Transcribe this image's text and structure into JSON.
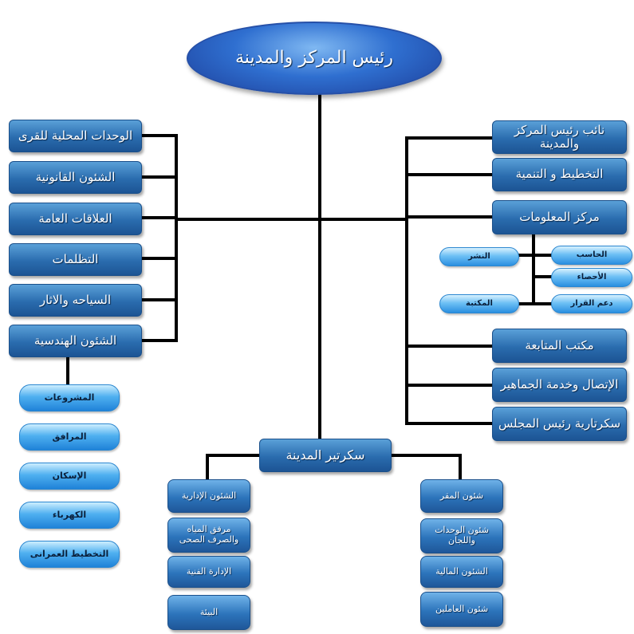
{
  "head": {
    "label": "رئيس المركز والمدينة"
  },
  "left_departments": [
    "الوحدات المحلية للقرى",
    "الشئون القانونية",
    "العلاقات العامة",
    "التظلمات",
    "السياحه والاثار",
    "الشئون الهندسية"
  ],
  "engineering_units": [
    "المشروعات",
    "المرافق",
    "الإسكان",
    "الكهرباء",
    "التخطيط العمرانى"
  ],
  "right_departments": [
    "نائب رئيس المركز والمدينة",
    "التخطيط و التنمية",
    "مركز المعلومات",
    "مكتب المتابعة",
    "الإتصال وخدمة الجماهير",
    "سكرتارية رئيس المجلس"
  ],
  "info_center_units": {
    "right": [
      "الحاسب",
      "الأحصاء",
      "دعم القرار"
    ],
    "left": [
      "النشر",
      "المكتبة"
    ]
  },
  "secretary": {
    "label": "سكرتير المدينة"
  },
  "secretary_left_units": [
    "الشئون الإدارية",
    "مرفق المياه والصرف الصحى",
    "الإدارة الفنية",
    "البيئة"
  ],
  "secretary_right_units": [
    "شئون المقر",
    "شئون الوحدات واللجان",
    "الشئون المالية",
    "شئون العاملين"
  ],
  "colors": {
    "connector": "#000000",
    "department_fill": "#2a6cae",
    "unit_fill": "#4fb0f0",
    "head_fill": "#2f6fd0"
  }
}
